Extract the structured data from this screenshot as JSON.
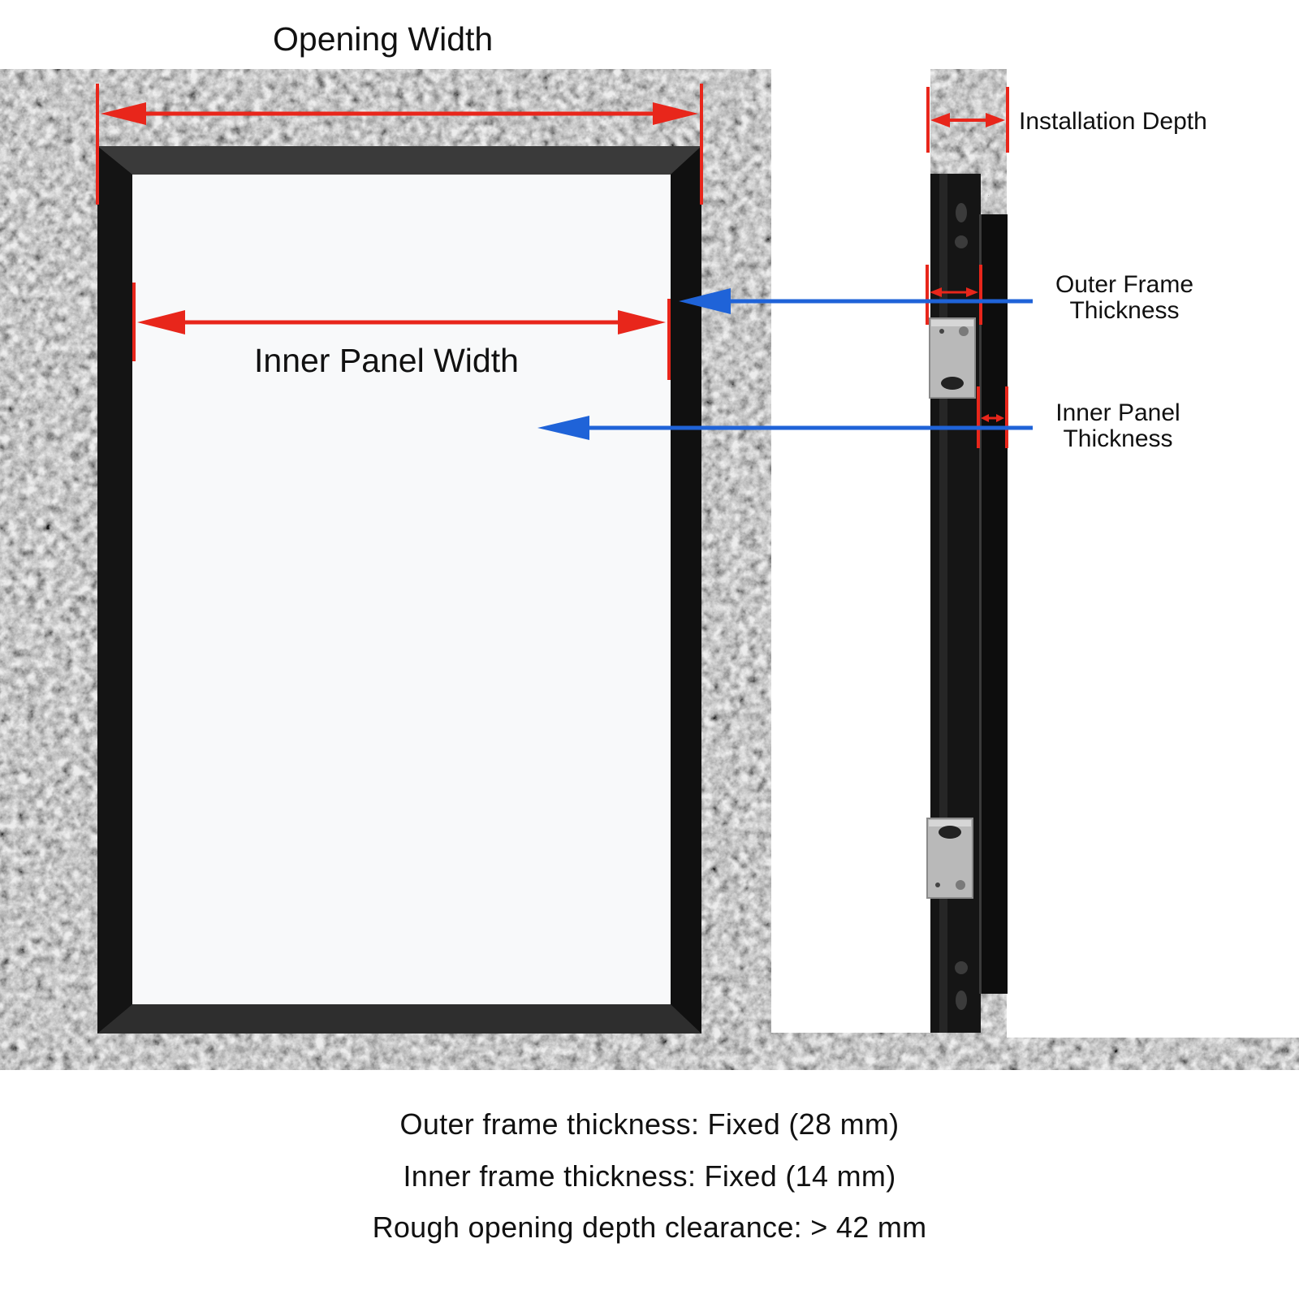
{
  "labels": {
    "opening_width": "Opening Width",
    "inner_panel_width": "Inner Panel Width",
    "installation_depth": "Installation Depth",
    "outer_frame_thickness_line1": "Outer Frame",
    "outer_frame_thickness_line2": "Thickness",
    "inner_panel_thickness_line1": "Inner Panel",
    "inner_panel_thickness_line2": "Thickness"
  },
  "specs": [
    "Outer frame thickness: Fixed (28 mm)",
    "Inner frame thickness: Fixed (14 mm)",
    "Rough opening depth clearance: > 42 mm"
  ],
  "colors": {
    "dimension_red": "#e8261b",
    "pointer_blue": "#1f63d8",
    "frame_black": "#1c1c1c",
    "wall_gray": "#8c8c8c",
    "panel_white": "#f8f9fa",
    "bracket_silver": "#b9b9b9"
  }
}
